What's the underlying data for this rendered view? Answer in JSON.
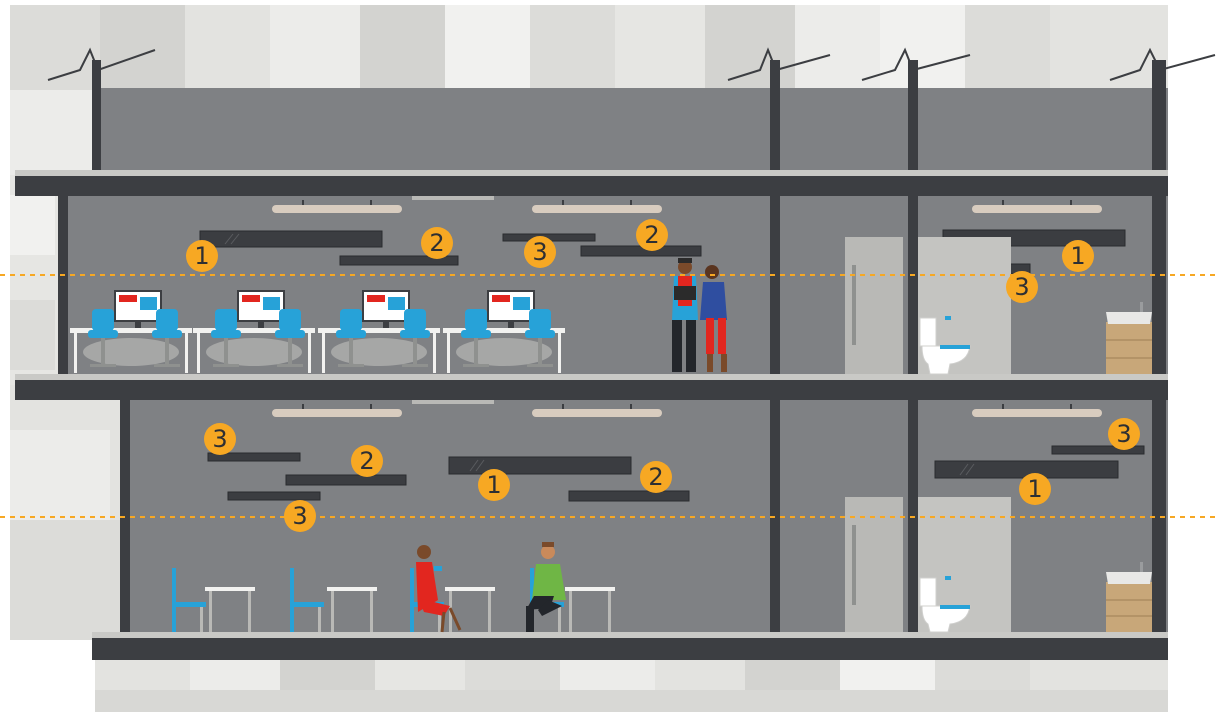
{
  "colors": {
    "wall": "#7f8184",
    "slab": "#3c3e42",
    "floor_top": "#c9c9c6",
    "column": "#3c3e42",
    "marker": "#f7a823",
    "guide_line": "#f7a823",
    "duct": "#3b3d41",
    "facade": [
      "#ececea",
      "#dcdcd9",
      "#e3e3e0",
      "#d3d3d0",
      "#f1f1ef",
      "#c9c9c6"
    ],
    "chair": "#27a2d8",
    "door": "#b9b9b6",
    "vanity": "#c8a779",
    "dress_red": "#e2261f",
    "shirt_green": "#6fb645"
  },
  "icons": [
    "building-section",
    "antenna-icon",
    "ceiling-light-icon",
    "air-duct",
    "computer-monitor-icon",
    "office-chair-icon",
    "desk-icon",
    "door-icon",
    "toilet-icon",
    "sink-icon",
    "person-icon",
    "cafe-table-icon"
  ],
  "markers": [
    {
      "id": "m1",
      "label": "1"
    },
    {
      "id": "m2",
      "label": "2"
    },
    {
      "id": "m3",
      "label": "3"
    },
    {
      "id": "m4",
      "label": "2"
    },
    {
      "id": "m5",
      "label": "1"
    },
    {
      "id": "m6",
      "label": "3"
    },
    {
      "id": "m7",
      "label": "3"
    },
    {
      "id": "m8",
      "label": "2"
    },
    {
      "id": "m9",
      "label": "1"
    },
    {
      "id": "m10",
      "label": "2"
    },
    {
      "id": "m11",
      "label": "3"
    },
    {
      "id": "m12",
      "label": "3"
    },
    {
      "id": "m13",
      "label": "1"
    }
  ]
}
